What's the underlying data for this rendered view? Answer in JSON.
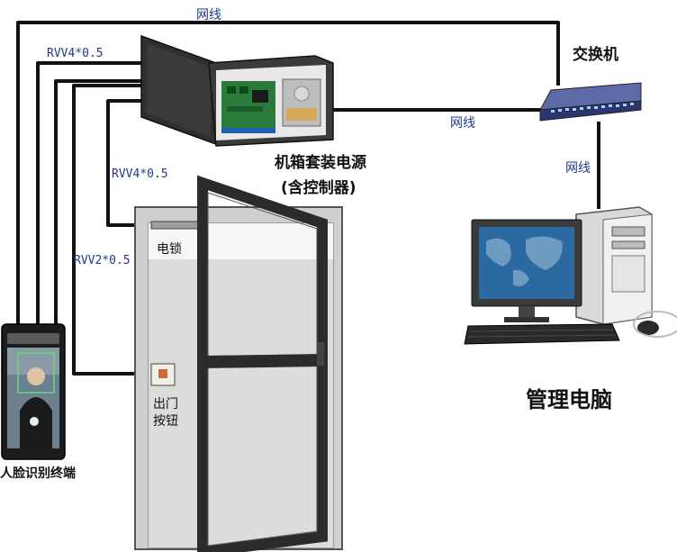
{
  "labels": {
    "net_top": "网线",
    "net_middle": "网线",
    "net_right": "网线",
    "rvv_top": "RVV4*0.5",
    "rvv_mid": "RVV4*0.5",
    "rvv_low": "RVV2*0.5",
    "switch": "交换机",
    "power_box_line1": "机箱套装电源",
    "power_box_line2": "(含控制器)",
    "electric_lock": "电锁",
    "exit_button_line1": "出门",
    "exit_button_line2": "按钮",
    "face_terminal": "人脸识别终端",
    "management_pc": "管理电脑"
  },
  "colors": {
    "wire": "#111111",
    "label_blue": "#1f3a8a",
    "door_frame": "#2b2b2b",
    "wall": "#c9c9c9",
    "monitor_screen": "#2a6aa0",
    "switch_body": "#34407a"
  },
  "icons": {
    "switch": "network-switch-icon",
    "power_box": "control-box-icon",
    "computer": "desktop-computer-icon",
    "terminal": "face-recognition-terminal-icon",
    "door": "door-icon"
  }
}
